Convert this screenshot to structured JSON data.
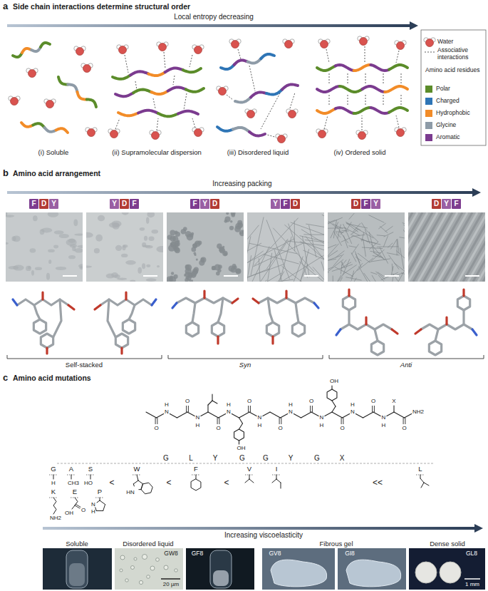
{
  "diagram": {
    "nodes": [
      {
        "text": [
          "F"
        ]
      },
      {
        "text": [
          "D"
        ]
      },
      {
        "text": [
          "Y"
        ]
      },
      {
        "text": [
          "Y"
        ]
      },
      {
        "text": [
          "D"
        ]
      },
      {
        "text": [
          "F"
        ]
      },
      {
        "text": [
          "F"
        ]
      },
      {
        "text": [
          "Y"
        ]
      },
      {
        "text": [
          "D"
        ]
      },
      {
        "text": [
          "Y"
        ]
      },
      {
        "text": [
          "F"
        ]
      },
      {
        "text": [
          "D"
        ]
      },
      {
        "text": [
          "D"
        ]
      },
      {
        "text": [
          "F"
        ]
      },
      {
        "text": [
          "Y"
        ]
      },
      {
        "text": [
          "D"
        ]
      },
      {
        "text": [
          "Y"
        ]
      },
      {
        "text": [
          "F"
        ]
      }
    ],
    "labels": [
      "a",
      "Side chain interactions determine structural order",
      "Local entropy decreasing",
      "(i) Soluble",
      "(ii) Supramolecular dispersion",
      "(iii) Disordered liquid",
      "(iv) Ordered solid",
      "Amino acid residues",
      "b",
      "Amino acid arrangement",
      "Increasing packing",
      "Self-stacked",
      "Syn",
      "Anti",
      "c",
      "Amino acid mutations",
      "O",
      "N",
      "H",
      "O",
      "N",
      "H",
      "O",
      "N",
      "H",
      "OH",
      "O",
      "N",
      "H",
      "O",
      "N",
      "H",
      "O",
      "N",
      "H",
      "OH",
      "O",
      "N",
      "H",
      "O",
      "N",
      "H",
      "X",
      "O",
      "NH2",
      "G",
      "L",
      "Y",
      "G",
      "G",
      "Y",
      "G",
      "X",
      "G",
      "A",
      "S",
      "H",
      "CH3",
      "HO",
      "K",
      "E",
      "P",
      "NH2",
      "O",
      "OH",
      "N",
      "H",
      "<",
      "W",
      "HN",
      "<",
      "F",
      "<",
      "V",
      "I",
      "<<",
      "L",
      "Increasing viscoelasticity",
      "Soluble",
      "Disordered liquid",
      "Fibrous gel",
      "Dense solid",
      "GW8",
      "GF8",
      "GV8",
      "GI8",
      "GL8",
      "20 µm",
      "1 mm"
    ],
    "legend": [
      {
        "text": "Water"
      },
      {
        "text": "Associative interactions"
      },
      {
        "text": "Polar",
        "color": "#5b8c2a"
      },
      {
        "text": "Charged",
        "color": "#2e75b6"
      },
      {
        "text": "Hydrophobic",
        "color": "#f28c28"
      },
      {
        "text": "Glycine",
        "color": "#8e9ba7"
      },
      {
        "text": "Aromatic",
        "color": "#7b3b8f"
      }
    ]
  }
}
